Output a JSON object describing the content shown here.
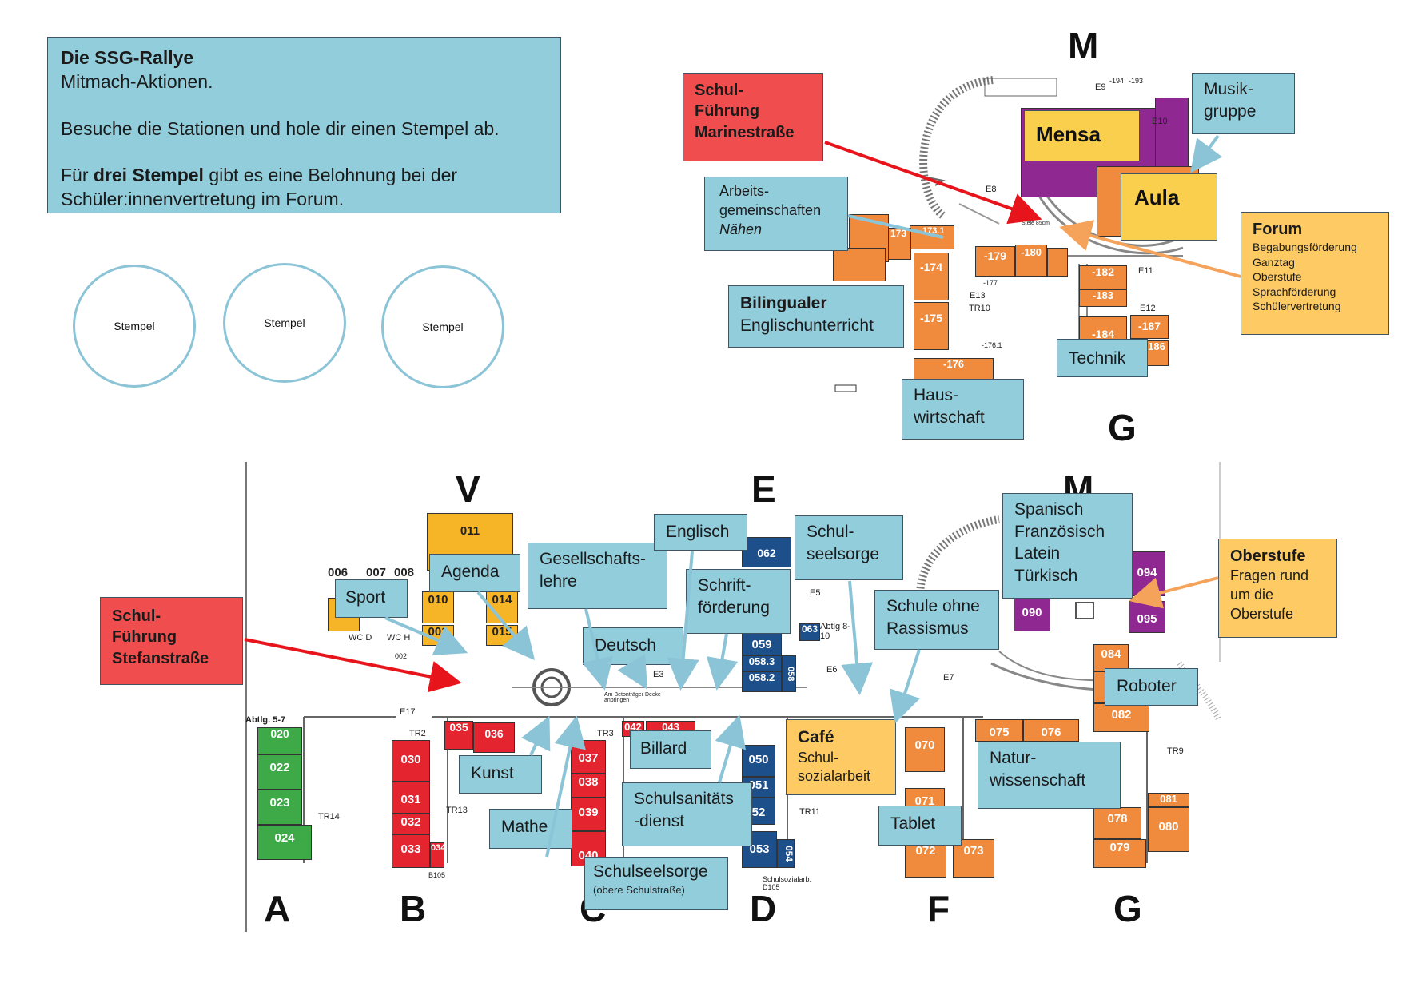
{
  "intro": {
    "title": "Die SSG-Rallye",
    "subtitle": "Mitmach-Aktionen.",
    "line1": "Besuche die Stationen und hole dir einen Stempel ab.",
    "line2_pre": "Für ",
    "line2_bold": "drei Stempel",
    "line2_post": " gibt es eine Belohnung bei der",
    "line3": "Schüler:innenvertretung im Forum."
  },
  "stamps": [
    "Stempel",
    "Stempel",
    "Stempel"
  ],
  "top_map": {
    "wing_labels": [
      "M",
      "G"
    ],
    "rooms": {
      "mensa": "Mensa",
      "aula": "Aula",
      "r174": "-174",
      "r175": "-175",
      "r176": "-176",
      "r179": "-179",
      "r180": "-180",
      "r182": "-182",
      "r183": "-183",
      "r184": "-184",
      "r187": "-187",
      "r186": "186",
      "r1731": "-173.1",
      "r173": "173"
    },
    "codes": [
      "E9",
      "E10",
      "E8",
      "E11",
      "E12",
      "E13",
      "TR10",
      "-194",
      "-193",
      "-177",
      "-176.1",
      "Stele 85cm"
    ],
    "labels": {
      "schulfuehrung_marine": [
        "Schul-",
        "Führung",
        "Marinestraße"
      ],
      "musikgruppe": [
        "Musik-",
        "gruppe"
      ],
      "ag": [
        "Arbeits-",
        "gemeinschaften",
        "Nähen"
      ],
      "forum_title": "Forum",
      "forum_items": [
        "Begabungsförderung",
        "Ganztag",
        "Oberstufe",
        "Sprachförderung",
        "Schülervertretung"
      ],
      "bilingual": [
        "Bilingualer",
        "Englischunterricht"
      ],
      "technik": "Technik",
      "hauswirtschaft": [
        "Haus-",
        "wirtschaft"
      ]
    }
  },
  "bottom_map": {
    "wing_labels": [
      "V",
      "E",
      "M",
      "A",
      "B",
      "C",
      "D",
      "F",
      "G"
    ],
    "rooms": {
      "r011": "011",
      "r006": "006",
      "r007": "007",
      "r008": "008",
      "r010": "010",
      "r014": "014",
      "r001": "001",
      "r015": "015",
      "r020": "020",
      "r022": "022",
      "r023": "023",
      "r024": "024",
      "r030": "030",
      "r031": "031",
      "r032": "032",
      "r033": "033",
      "r034": "034",
      "r035": "035",
      "r036": "036",
      "r037": "037",
      "r038": "038",
      "r039": "039",
      "r040": "040",
      "r042": "042",
      "r043": "043",
      "r050": "050",
      "r051": "051",
      "r052": "52",
      "r053": "053",
      "r054": "054",
      "r058": "058",
      "r059": "059",
      "r0583": "058.3",
      "r0582": "058.2",
      "r062": "062",
      "r063": "063",
      "r070": "070",
      "r071": "071",
      "r072": "072",
      "r073": "073",
      "r075": "075",
      "r076": "076",
      "r078": "078",
      "r079": "079",
      "r080": "080",
      "r081": "081",
      "r082": "082",
      "r084": "084",
      "r090": "090",
      "r094": "094",
      "r095": "095"
    },
    "codes": [
      "Abtlg. 5-7",
      "E17",
      "TR2",
      "TR3",
      "TR13",
      "TR14",
      "TR9",
      "TR11",
      "E3",
      "E5",
      "E6",
      "E7",
      "Abtlg 8-10",
      "Am Betonträger Decke anbringen",
      "B105",
      "Schulsozialarb. D105",
      "WC D",
      "WC H",
      "002"
    ],
    "labels": {
      "schulfuehrung_stefan": [
        "Schul-",
        "Führung",
        "Stefanstraße"
      ],
      "sport": "Sport",
      "agenda": "Agenda",
      "gesellschaftslehre": [
        "Gesellschafts-",
        "lehre"
      ],
      "englisch": "Englisch",
      "schulseelsorge_top": [
        "Schul-",
        "seelsorge"
      ],
      "sprachen": [
        "Spanisch",
        "Französisch",
        "Latein",
        "Türkisch"
      ],
      "oberstufe_title": "Oberstufe",
      "oberstufe_text": [
        "Fragen rund",
        "um die",
        "Oberstufe"
      ],
      "schriftfoerderung": [
        "Schrift-",
        "förderung"
      ],
      "schule_ohne_rassismus": [
        "Schule ohne",
        "Rassismus"
      ],
      "deutsch": "Deutsch",
      "roboter": "Roboter",
      "billard": "Billard",
      "kunst": "Kunst",
      "cafe_title": "Café",
      "cafe_text": [
        "Schul-",
        "sozialarbeit"
      ],
      "naturwissenschaft": [
        "Natur-",
        "wissenschaft"
      ],
      "schulsanitaet": [
        "Schulsanitäts",
        "-dienst"
      ],
      "mathe": "Mathe",
      "tablet": "Tablet",
      "schulseelsorge_bottom": "Schulseelsorge",
      "schulseelsorge_bottom_sub": "(obere Schulstraße)"
    }
  },
  "colors": {
    "info_blue": "#92cddc",
    "tour_red": "#f04e4e",
    "highlight_yellow": "#fdca63",
    "arrow_red": "#e8141c",
    "arrow_blue": "#8cc4d7",
    "arrow_orange": "#f5a35a"
  }
}
